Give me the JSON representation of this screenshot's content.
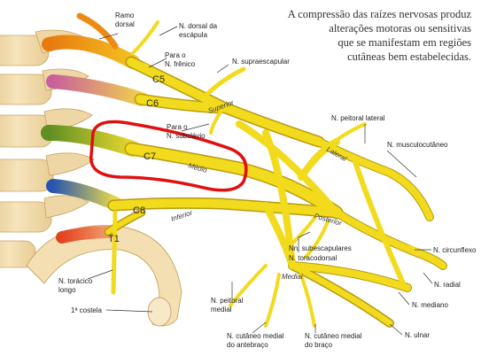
{
  "caption": {
    "lines": [
      "A compressão das raízes nervosas produz",
      "alterações motoras ou sensitivas",
      "que se manifestam em regiões",
      "cutâneas bem estabelecidas."
    ]
  },
  "roots": {
    "c5": "C5",
    "c6": "C6",
    "c7": "C7",
    "c8": "C8",
    "t1": "T1"
  },
  "trunks": {
    "superior": "Superior",
    "medio": "Médio",
    "inferior": "Inferior"
  },
  "cords": {
    "lateral": "Lateral",
    "posterior": "Posterior",
    "medial": "Medial"
  },
  "labels": {
    "ramo_dorsal": [
      "Ramo",
      "dorsal"
    ],
    "n_dorsal_escapula": [
      "N. dorsal da",
      "escápula"
    ],
    "para_frenico": [
      "Para o",
      "N. frênico"
    ],
    "n_supraescapular": "N. supraescapular",
    "para_subclavio": [
      "Para o",
      "N. subclávio"
    ],
    "n_peitoral_lateral": "N. peitoral lateral",
    "n_musculocutaneo": "N. musculocutâneo",
    "nn_subescapulares": "Nn. subescapulares",
    "n_toracodorsal": "N. toracodorsal",
    "n_circunflexo": "N. circunflexo",
    "n_radial": "N. radial",
    "n_mediano": "N. mediano",
    "n_ulnar": "N. ulnar",
    "n_toracico_longo": [
      "N. torácico",
      "longo"
    ],
    "primeira_costela": "1ª costela",
    "n_peitoral_medial": [
      "N. peitoral",
      "medial"
    ],
    "n_cutaneo_antebraco": [
      "N. cutâneo medial",
      "do antebraço"
    ],
    "n_cutaneo_braco": [
      "N. cutâneo medial",
      "do braço"
    ]
  },
  "colors": {
    "nerve": "#f2da1c",
    "c5_root": "#ee8a14",
    "c6_root": "#d97ab0",
    "c7_root": "#7aa630",
    "c8_root": "#2f6ec4",
    "t1_root": "#e8502a",
    "bone": "#f2dcae",
    "highlight": "#e01010"
  }
}
